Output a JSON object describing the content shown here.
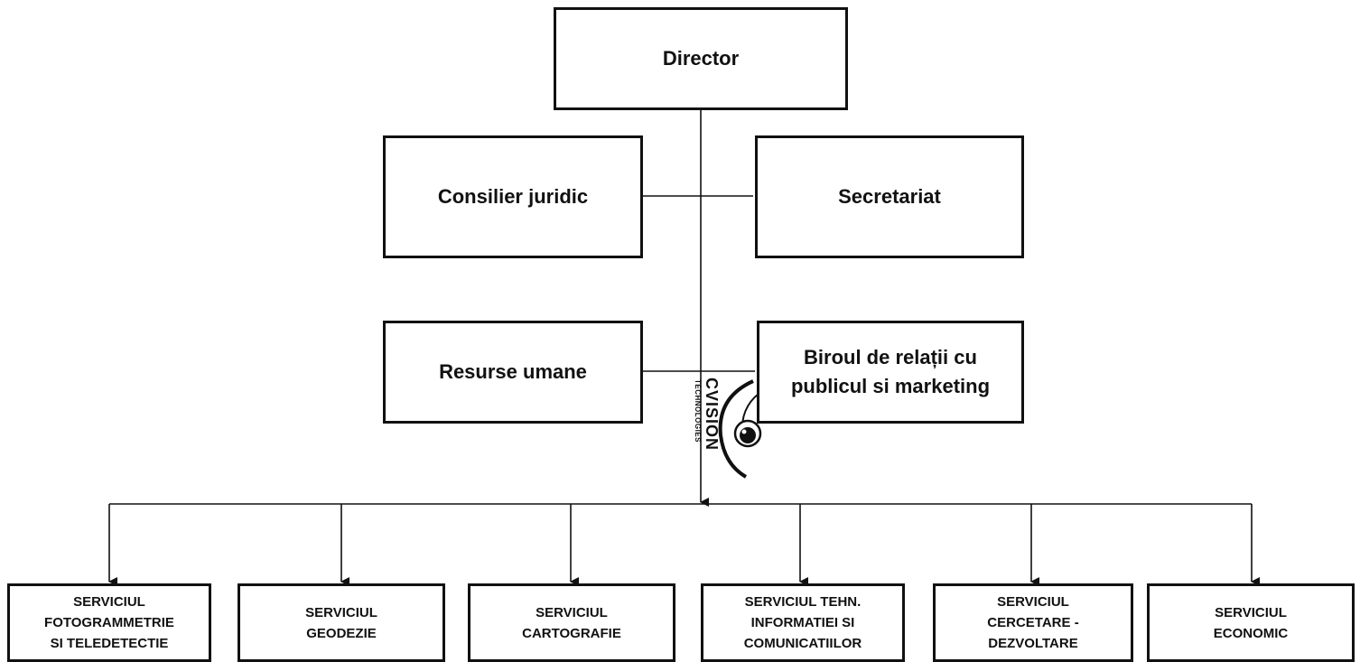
{
  "top": {
    "director": "Director"
  },
  "staff_left": [
    "Consilier juridic",
    "Resurse umane"
  ],
  "staff_right": [
    "Secretariat",
    "Biroul de relații cu publicul si marketing"
  ],
  "staff_right_lines": {
    "line1": "Biroul de relații cu",
    "line2": "publicul si marketing"
  },
  "services": [
    {
      "l1": "SERVICIUL",
      "l2": "FOTOGRAMMETRIE",
      "l3": "SI TELEDETECTIE"
    },
    {
      "l1": "SERVICIUL",
      "l2": "GEODEZIE",
      "l3": ""
    },
    {
      "l1": "SERVICIUL",
      "l2": "CARTOGRAFIE",
      "l3": ""
    },
    {
      "l1": "SERVICIUL TEHN.",
      "l2": "INFORMATIEI SI",
      "l3": "COMUNICATIILOR"
    },
    {
      "l1": "SERVICIUL",
      "l2": "CERCETARE -",
      "l3": "DEZVOLTARE"
    },
    {
      "l1": "SERVICIUL",
      "l2": "ECONOMIC",
      "l3": ""
    }
  ],
  "watermark": {
    "brand": "CVISION",
    "sub": "TECHNOLOGIES"
  }
}
